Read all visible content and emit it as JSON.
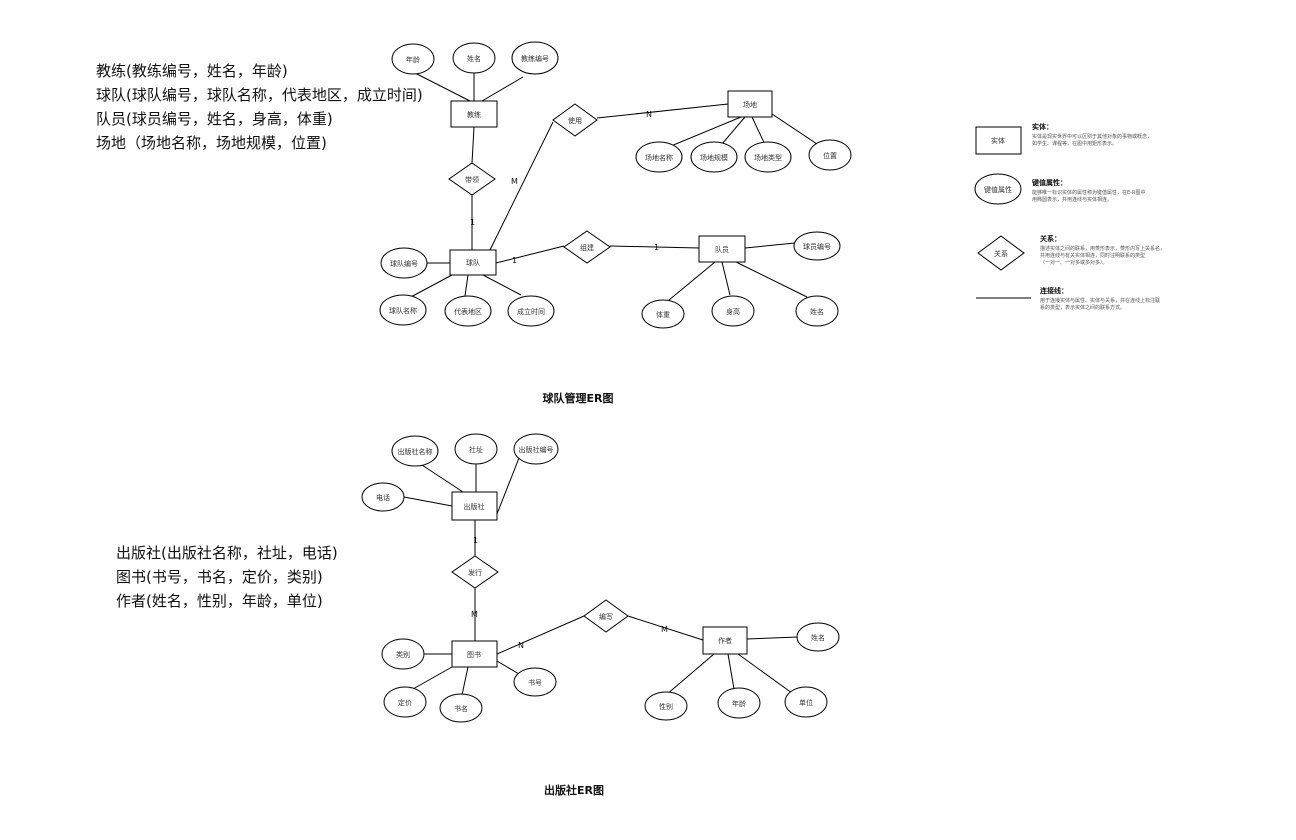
{
  "schemas": {
    "team": [
      "教练(教练编号，姓名，年龄)",
      "球队(球队编号，球队名称，代表地区，成立时间)",
      "队员(球员编号，姓名，身高，体重)",
      "场地（场地名称，场地规模，位置)"
    ],
    "press": [
      "出版社(出版社名称，社址，电话)",
      "图书(书号，书名，定价，类别)",
      "作者(姓名，性别，年龄，单位)"
    ]
  },
  "diagrams": [
    {
      "caption": "球队管理ER图",
      "entities": [
        {
          "id": "coach",
          "label": "教练"
        },
        {
          "id": "team",
          "label": "球队"
        },
        {
          "id": "venue",
          "label": "场地"
        },
        {
          "id": "player",
          "label": "队员"
        }
      ],
      "relationships": [
        {
          "id": "r_coach",
          "label": "带领"
        },
        {
          "id": "r_venue",
          "label": "使用"
        },
        {
          "id": "r_player",
          "label": "组建"
        }
      ],
      "attributes": [
        {
          "id": "a_age",
          "label": "年龄"
        },
        {
          "id": "a_cname",
          "label": "姓名"
        },
        {
          "id": "a_cid",
          "label": "教练编号"
        },
        {
          "id": "a_vname",
          "label": "场地名称"
        },
        {
          "id": "a_vsize",
          "label": "场地规模"
        },
        {
          "id": "a_vclass",
          "label": "场地类型"
        },
        {
          "id": "a_vpos",
          "label": "位置"
        },
        {
          "id": "a_tid",
          "label": "球队编号"
        },
        {
          "id": "a_tname",
          "label": "球队名称"
        },
        {
          "id": "a_tregion",
          "label": "代表地区"
        },
        {
          "id": "a_tdate",
          "label": "成立时间"
        },
        {
          "id": "a_pid",
          "label": "球员编号"
        },
        {
          "id": "a_pweight",
          "label": "体重"
        },
        {
          "id": "a_pheight",
          "label": "身高"
        },
        {
          "id": "a_pname",
          "label": "姓名"
        }
      ],
      "cardinalities": [
        {
          "id": "c1",
          "label": "1"
        },
        {
          "id": "c2",
          "label": "M"
        },
        {
          "id": "c3",
          "label": "N"
        },
        {
          "id": "c4",
          "label": "1"
        },
        {
          "id": "c5",
          "label": "1"
        }
      ]
    },
    {
      "caption": "出版社ER图",
      "entities": [
        {
          "id": "press",
          "label": "出版社"
        },
        {
          "id": "book",
          "label": "图书"
        },
        {
          "id": "author",
          "label": "作者"
        }
      ],
      "relationships": [
        {
          "id": "r_publish",
          "label": "发行"
        },
        {
          "id": "r_write",
          "label": "编写"
        }
      ],
      "attributes": [
        {
          "id": "a_prname",
          "label": "出版社名称"
        },
        {
          "id": "a_praddr",
          "label": "社址"
        },
        {
          "id": "a_prcode",
          "label": "出版社编号"
        },
        {
          "id": "a_prtel",
          "label": "电话"
        },
        {
          "id": "a_btype",
          "label": "类别"
        },
        {
          "id": "a_bprice",
          "label": "定价"
        },
        {
          "id": "a_bname",
          "label": "书名"
        },
        {
          "id": "a_bid",
          "label": "书号"
        },
        {
          "id": "a_aname",
          "label": "姓名"
        },
        {
          "id": "a_asex",
          "label": "性别"
        },
        {
          "id": "a_aage",
          "label": "年龄"
        },
        {
          "id": "a_aunit",
          "label": "单位"
        }
      ],
      "cardinalities": [
        {
          "id": "d1",
          "label": "1"
        },
        {
          "id": "d2",
          "label": "M"
        },
        {
          "id": "d3",
          "label": "N"
        },
        {
          "id": "d4",
          "label": "M"
        }
      ]
    }
  ],
  "legend": {
    "entity": {
      "sample": "实体",
      "title": "实体：",
      "desc": [
        "实体是现实世界中可以区别于其他对象的事物或概念，",
        "如学生、课程等，在图中用矩形表示。"
      ]
    },
    "attribute": {
      "sample": "键值属性",
      "title": "键值属性：",
      "desc": [
        "能够唯一标识实体的属性称为键值属性，在E-R图中",
        "用椭圆表示，并用连线与实体相连。"
      ]
    },
    "relationship": {
      "sample": "关系",
      "title": "关系：",
      "desc": [
        "描述实体之间的联系，用菱形表示，菱形内写上关系名，",
        "并用连线与有关实体相连，同时注明联系的类型",
        "（一对一、一对多或多对多）。"
      ]
    },
    "connector": {
      "title": "连接线：",
      "desc": [
        "用于连接实体与属性、实体与关系，并在连线上标注联",
        "系的类型，表示实体之间的联系方式。"
      ]
    }
  }
}
